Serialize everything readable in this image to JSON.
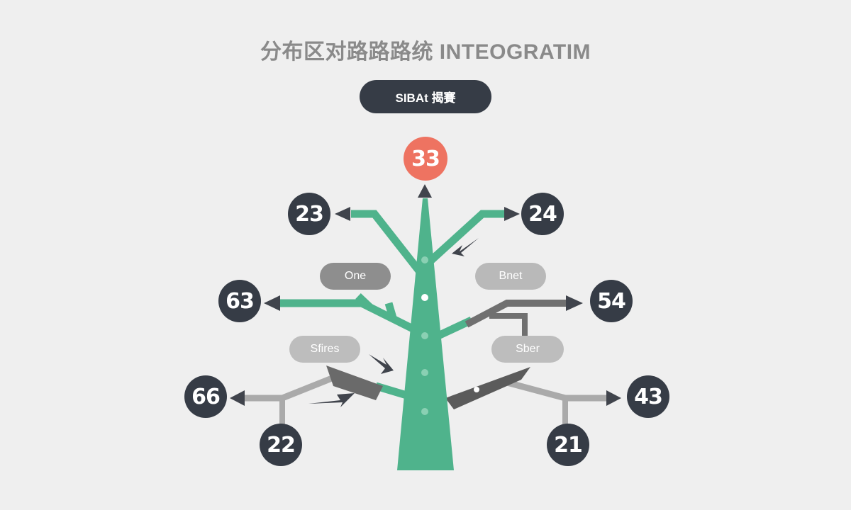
{
  "title": "分布区对路路路统 INTEOGRATIM",
  "header_button": {
    "label": "SIBAt 揭賽"
  },
  "colors": {
    "background": "#efefef",
    "trunk": "#4fb38c",
    "dark_node": "#363c46",
    "root_node": "#ee7361",
    "gray_branch": "#6a6a6a",
    "light_gray_branch": "#aaaaaa",
    "label_dark": "#8e8e8e",
    "label_light": "#b9b9b9"
  },
  "root": {
    "value": "33"
  },
  "nodes": [
    {
      "id": "top-left",
      "value": "23"
    },
    {
      "id": "top-right",
      "value": "24"
    },
    {
      "id": "mid-left",
      "value": "63"
    },
    {
      "id": "mid-right",
      "value": "54"
    },
    {
      "id": "low-left",
      "value": "66"
    },
    {
      "id": "low-right",
      "value": "43"
    },
    {
      "id": "bottom-left",
      "value": "22"
    },
    {
      "id": "bottom-right",
      "value": "21"
    }
  ],
  "labels": [
    {
      "id": "one",
      "text": "One"
    },
    {
      "id": "bnet",
      "text": "Bnet"
    },
    {
      "id": "sfires",
      "text": "Sfires"
    },
    {
      "id": "sber",
      "text": "Sber"
    }
  ]
}
